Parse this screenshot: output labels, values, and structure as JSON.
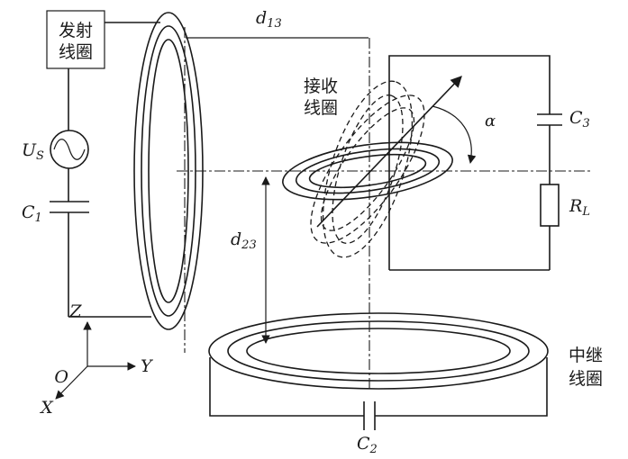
{
  "diagram": {
    "tx_coil_label": {
      "line1": "发射",
      "line2": "线圈"
    },
    "rx_coil_label": {
      "line1": "接收",
      "line2": "线圈"
    },
    "relay_coil_label": {
      "line1": "中继",
      "line2": "线圈"
    },
    "d13": {
      "base": "d",
      "sub": "13"
    },
    "d23": {
      "base": "d",
      "sub": "23"
    },
    "source": {
      "base": "U",
      "sub": "S"
    },
    "c1": {
      "base": "C",
      "sub": "1"
    },
    "c2": {
      "base": "C",
      "sub": "2"
    },
    "c3": {
      "base": "C",
      "sub": "3"
    },
    "load": {
      "base": "R",
      "sub": "L"
    },
    "alpha": "α",
    "axes": {
      "z": "Z",
      "y": "Y",
      "x": "X",
      "origin": "O"
    }
  },
  "colors": {
    "stroke": "#1a1a1a",
    "background": "#ffffff"
  }
}
